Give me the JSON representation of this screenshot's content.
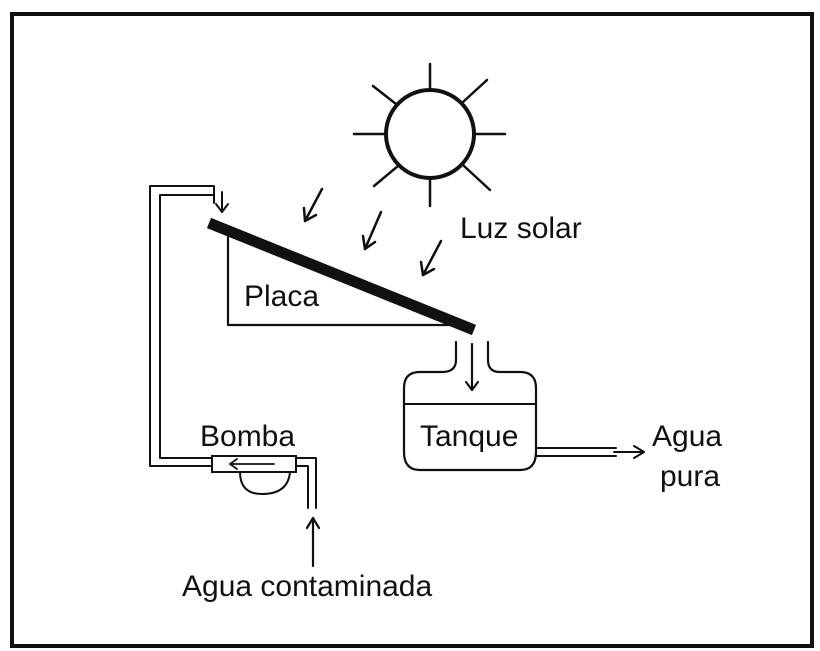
{
  "labels": {
    "sun": "Luz solar",
    "plate": "Placa",
    "pump": "Bomba",
    "tank": "Tanque",
    "pure_water_line1": "Agua",
    "pure_water_line2": "pura",
    "contaminated_water": "Agua contaminada"
  },
  "colors": {
    "ink": "#111111",
    "background": "#ffffff"
  }
}
